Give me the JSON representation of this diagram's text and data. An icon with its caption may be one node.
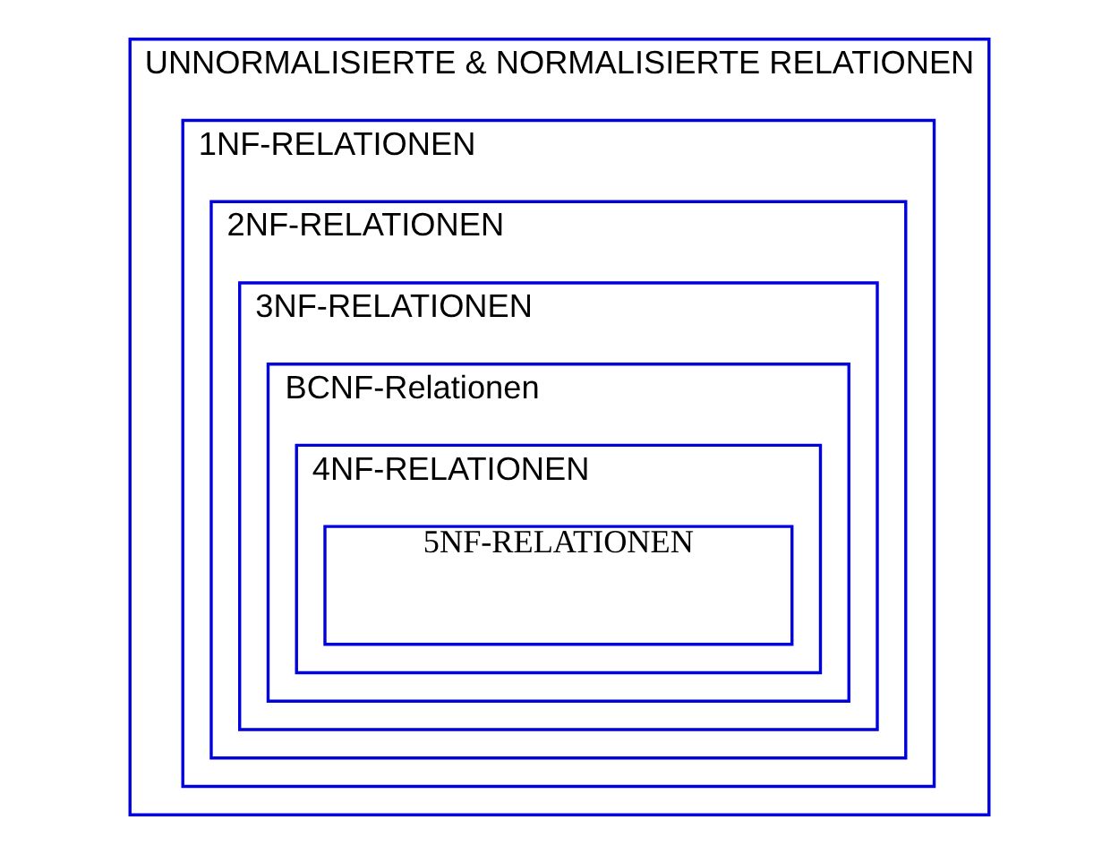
{
  "diagram": {
    "nodes": [
      {
        "text": [
          "UNNORMALISIERTE & NORMALISIERTE RELATIONEN"
        ]
      },
      {
        "text": [
          "1NF-RELATIONEN"
        ],
        "in": 0
      },
      {
        "text": [
          "2NF-RELATIONEN"
        ],
        "in": 1
      },
      {
        "text": [
          "3NF-RELATIONEN"
        ],
        "in": 2
      },
      {
        "text": [
          "BCNF-Relationen"
        ],
        "in": 3
      },
      {
        "text": [
          "4NF-RELATIONEN"
        ],
        "in": 4
      },
      {
        "text": [
          "5NF-RELATIONEN"
        ],
        "in": 5
      }
    ]
  }
}
